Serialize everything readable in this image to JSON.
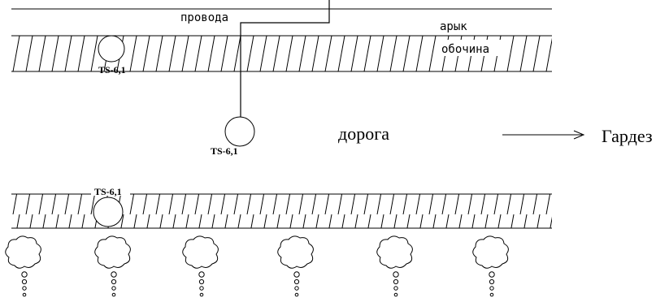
{
  "labels": {
    "wires": "провода",
    "ditch": "арык",
    "shoulder": "обочина",
    "road": "дорога",
    "destination": "Гардез",
    "pole_top": "TS-6,1",
    "pole_road": "TS-6,1",
    "pole_bottom": "TS-6,1"
  },
  "tree_count": 6
}
